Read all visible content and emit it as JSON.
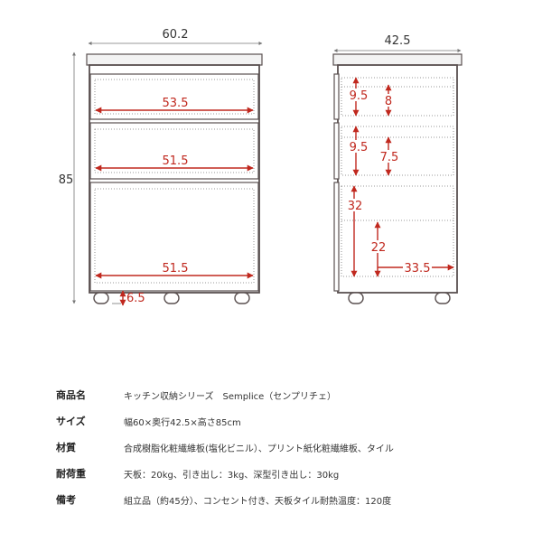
{
  "diagram": {
    "front": {
      "width": "60.2",
      "height": "85",
      "drawer1_width": "53.5",
      "drawer2_width": "51.5",
      "drawer3_width": "51.5",
      "caster_clearance": "6.5"
    },
    "side": {
      "depth": "42.5",
      "drawer1_outer": "9.5",
      "drawer1_inner": "8",
      "drawer2_outer": "9.5",
      "drawer2_inner": "7.5",
      "drawer3_outer": "32",
      "drawer3_inner": "22",
      "drawer3_depth": "33.5"
    },
    "colors": {
      "line": "#5a5050",
      "dimension": "#c0281e",
      "top_fill": "#f3f3f3"
    }
  },
  "specs": [
    {
      "label": "商品名",
      "value": "キッチン収納シリーズ　Semplice（センプリチェ）"
    },
    {
      "label": "サイズ",
      "value": "幅60×奥行42.5×高さ85cm"
    },
    {
      "label": "材質",
      "value": "合成樹脂化粧繊維板(塩化ビニル）、プリント紙化粧繊維板、タイル"
    },
    {
      "label": "耐荷重",
      "value": "天板：20kg、引き出し：3kg、深型引き出し：30kg"
    },
    {
      "label": "備考",
      "value": "組立品（約45分）、コンセント付き、天板タイル耐熱温度：120度"
    }
  ]
}
